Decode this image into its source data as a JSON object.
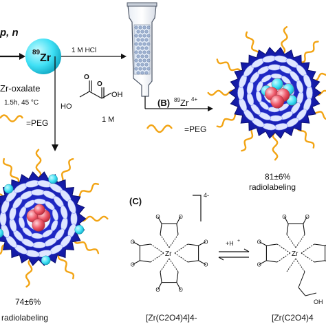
{
  "labels": {
    "reaction_top": "p, n",
    "isotope_mass": "89",
    "isotope_symbol": "Zr",
    "hcl": "1 M HCl",
    "zr_oxalate": "Zr-oxalate",
    "conditions": "1.5h, 45 °C",
    "peg_left": "=PEG",
    "oxalic_ho": "HO",
    "oxalic_oh": "OH",
    "oxalic_conc": "1 M",
    "panel_b": "(B)",
    "zr_free_mass": "89",
    "zr_free_symbol": "Zr",
    "zr_free_charge": "4+",
    "peg_middle": "=PEG",
    "yield_b": "81±6%",
    "radiolabeling_b": "radiolabeling",
    "yield_a": "74±6%",
    "radiolabeling_a": "radiolabeling",
    "panel_c": "(C)",
    "complex_charge": "4-",
    "proton": "+H",
    "proton_sup": "+",
    "formula_left": "[Zr(C2O4)4]4-",
    "formula_right": "[Zr(C2O4)4"
  },
  "colors": {
    "nanoparticle_blue": "#1f25c8",
    "nanoparticle_light": "#dfe6ff",
    "peg_orange": "#f2a414",
    "zr_cyan": "#3fe0f5",
    "core_red": "#ee5b6b"
  }
}
